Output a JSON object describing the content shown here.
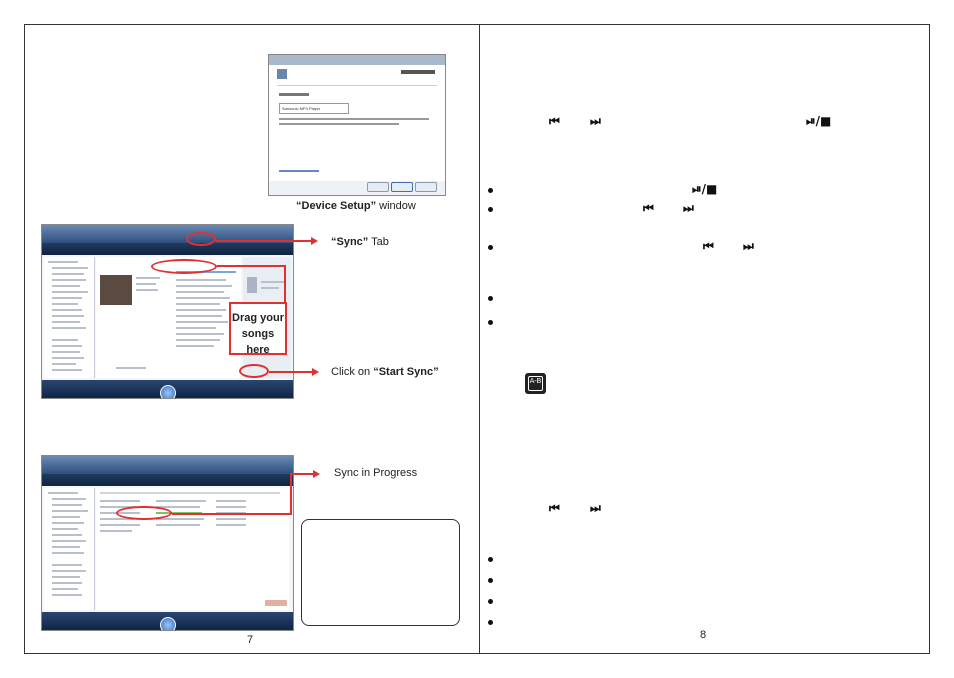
{
  "left_page": {
    "device_setup_caption": {
      "bold": "“Device Setup”",
      "rest": " window"
    },
    "device_setup_field_text": "Sansonic MP3 Player",
    "sync_tab_callout": {
      "bold": "“Sync”",
      "rest": "  Tab"
    },
    "drag_box_text": "Drag your songs here",
    "start_sync_callout": {
      "prefix": "Click on ",
      "bold": "“Start Sync”"
    },
    "sync_progress_callout": "Sync in Progress",
    "page_number": "7"
  },
  "right_page": {
    "page_number": "8",
    "glyphs": {
      "prev": "⏮",
      "next": "⏭",
      "play_stop": "⏯/■"
    },
    "ab_icon_text": "A-B"
  },
  "colors": {
    "callout_red": "#e03030",
    "wmp_blue": "#2e4f7e"
  }
}
